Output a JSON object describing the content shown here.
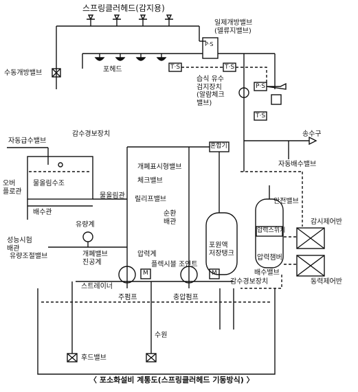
{
  "diagram": {
    "labels": {
      "sprinkler_head_sensing": "스프링클러헤드(감지용)",
      "deluge_valve": "일제개방밸브\n(델류지밸브)",
      "manual_open_valve": "수동개방밸브",
      "foam_head": "포헤드",
      "alarm_check": "습식 유수\n검지장치\n(알람체크\n밸브)",
      "auto_water_supply_valve": "자동급수밸브",
      "low_water_alarm": "감수경보장치",
      "fire_dept_connection": "송수구",
      "overflow_pipe": "오버\n플로관",
      "priming_tank": "물올림수조",
      "drain_pipe": "배수관",
      "mixer": "혼합기",
      "auto_drain_valve": "자동배수밸브",
      "open_indicator_valve": "개폐표시형밸브",
      "check_valve": "체크밸브",
      "priming_pipe": "물올림관",
      "relief_valve": "릴리프밸브",
      "circulation_pipe": "순환\n배관",
      "safety_valve": "안전밸브",
      "flow_meter": "유량계",
      "performance_test_pipe": "성능시험\n배관",
      "flow_control_valve": "유량조절밸브",
      "open_close_valve_vacuum_gauge": "개폐밸브\n진공계",
      "pressure_gauge": "압력계",
      "flexible_joint": "플렉시블 조인트",
      "foam_tank": "포원액\n저장탱크",
      "pressure_switch": "압력스위치",
      "pressure_chamber": "압력챔버",
      "monitoring_panel": "감시제어반",
      "strainer": "스트레이너",
      "main_pump": "주펌프",
      "jockey_pump": "충압펌프",
      "low_water_alarm_2": "감수경보장치",
      "drain_valve": "배수밸브",
      "power_panel": "동력제어반",
      "water_source": "수원",
      "foot_valve": "후드밸브",
      "ps": "P·S",
      "ts": "T·S",
      "m": "M"
    },
    "caption": "〈 포소화설비 계통도(스프링클러헤드 기동방식) 〉"
  }
}
